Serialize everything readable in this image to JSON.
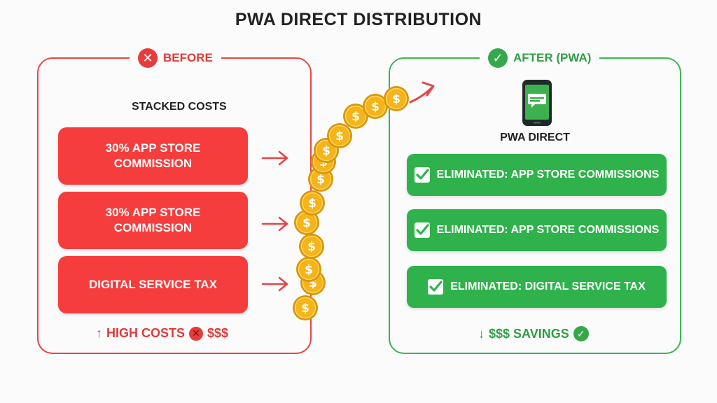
{
  "title": "PWA  DIRECT DISTRIBUTION",
  "before": {
    "label": "BEFORE",
    "subhead": "STACKED COSTS",
    "items": [
      {
        "line1": "30% APP STORE",
        "line2": "COMMISSION"
      },
      {
        "line1": "30% APP STORE",
        "line2": "COMMISSION"
      },
      {
        "line1": "DIGITAL SERVICE TAX",
        "line2": ""
      }
    ],
    "footer_prefix": "HIGH COSTS",
    "footer_suffix": "$$$",
    "icon": "x-circle-icon"
  },
  "after": {
    "label": "AFTER (PWA)",
    "subhead": "PWA DIRECT",
    "items": [
      "ELIMINATED: APP STORE COMMISSIONS",
      "ELIMINATED: APP STORE COMMISSIONS",
      "ELIMINATED: DIGITAL SERVICE TAX"
    ],
    "footer": "$$$ SAVINGS",
    "icon": "check-circle-icon"
  },
  "coin_symbol": "$",
  "colors": {
    "red": "#f53d3d",
    "green": "#2fb24c",
    "coin": "#f4b41a"
  }
}
